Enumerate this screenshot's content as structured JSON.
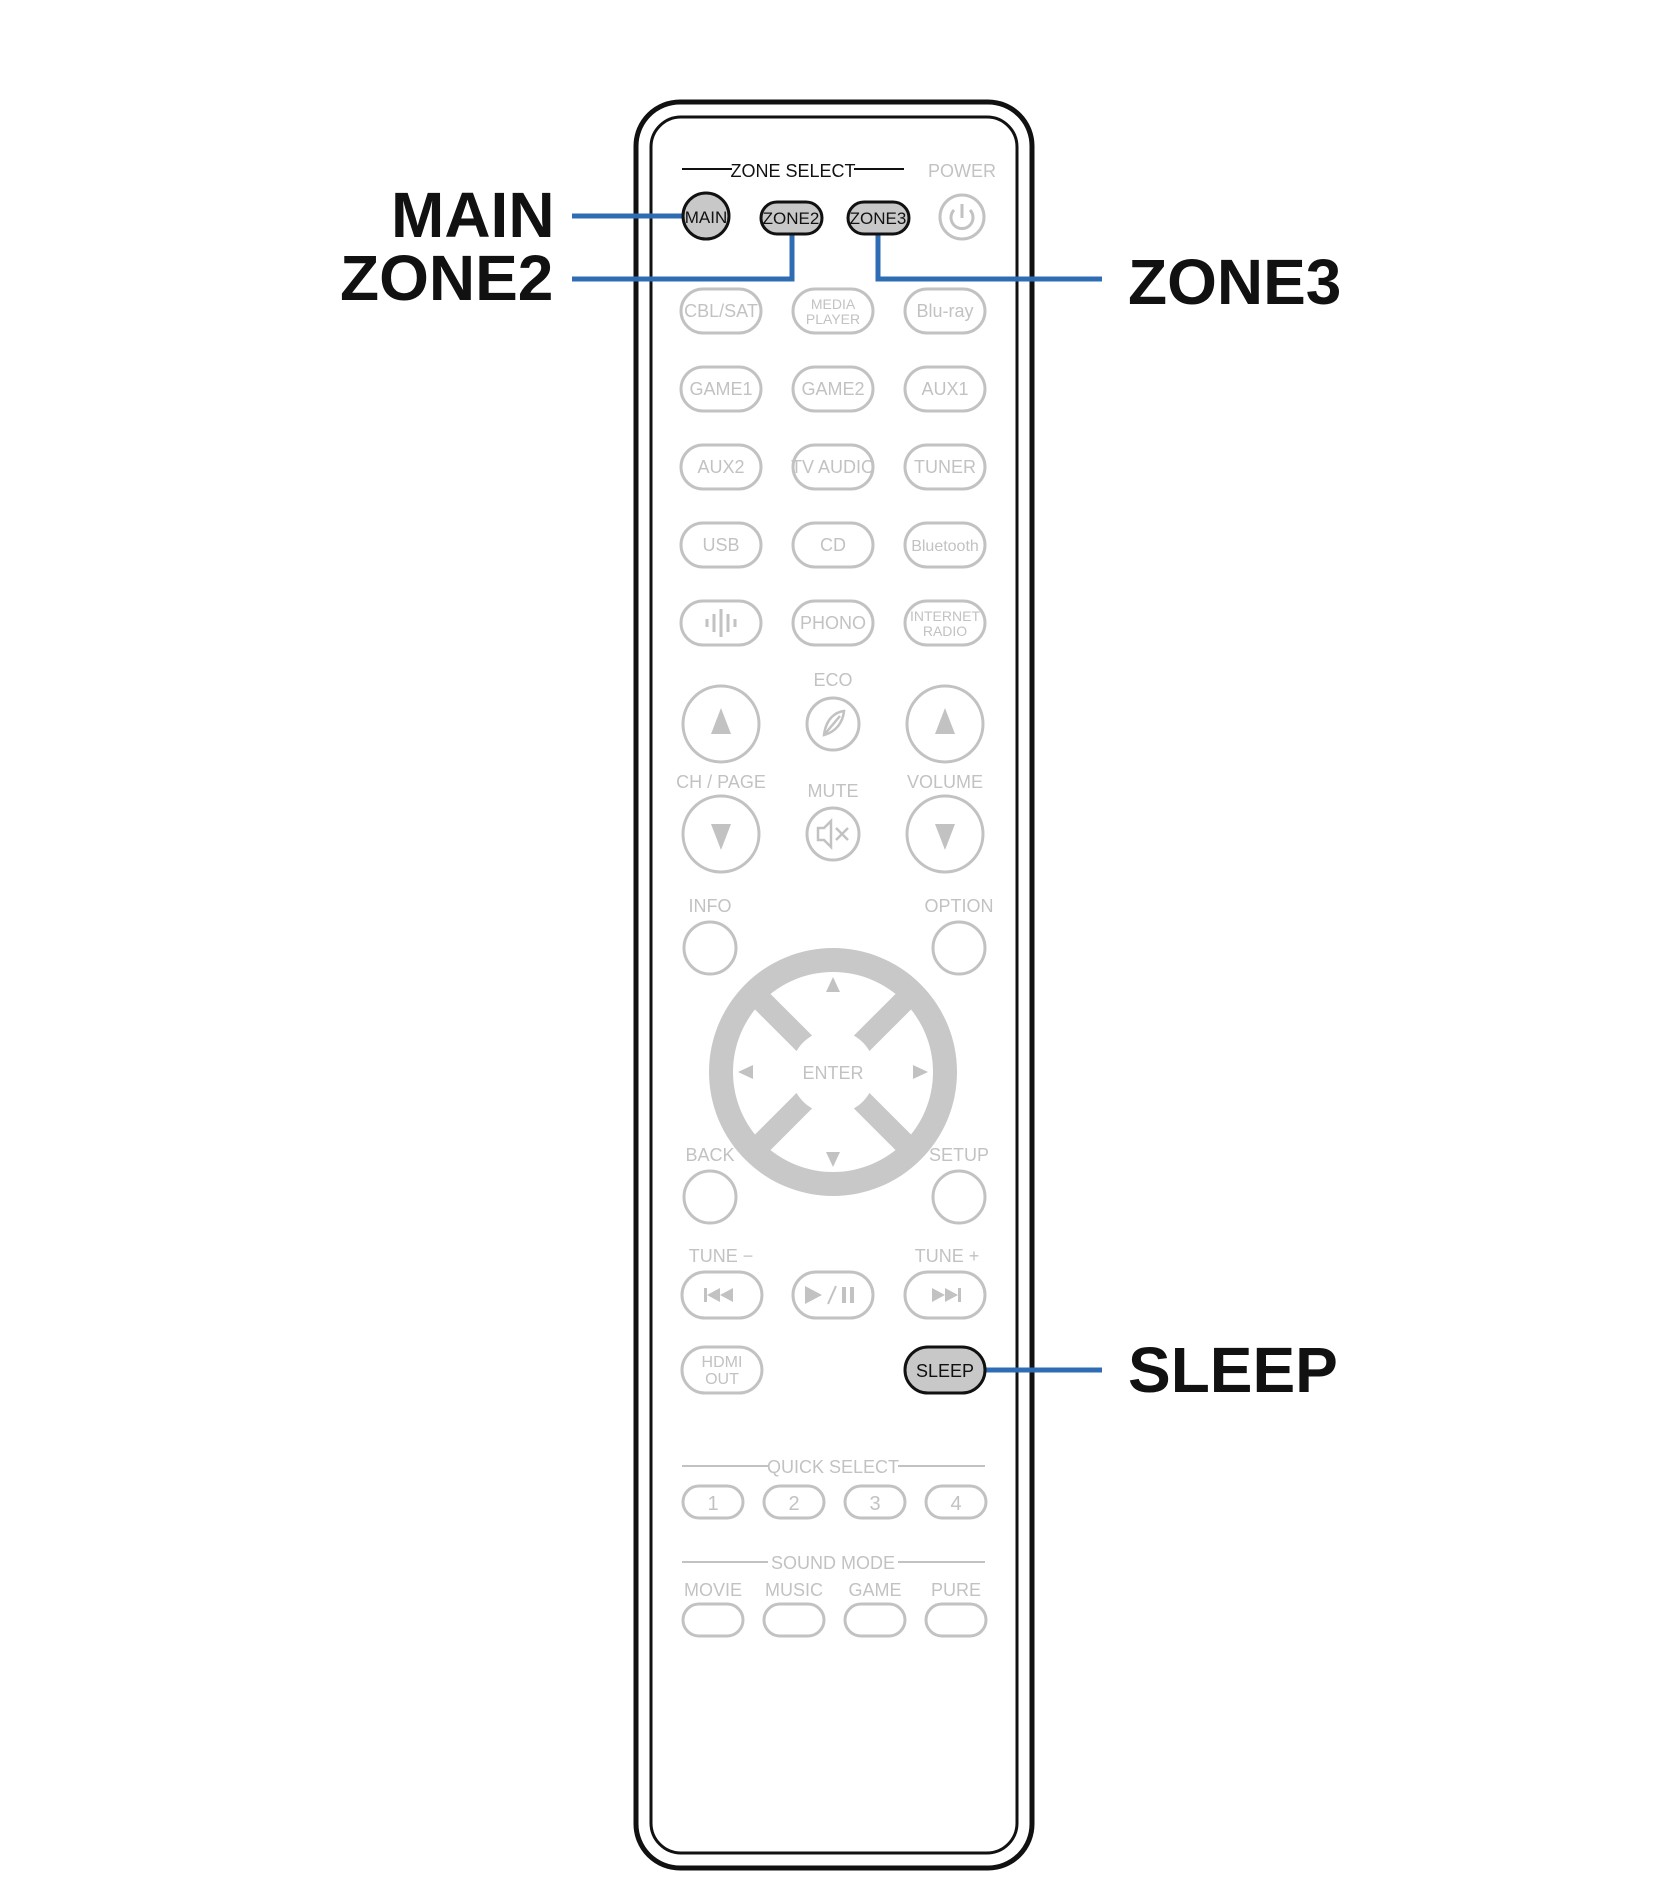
{
  "callouts": {
    "main": "MAIN",
    "zone2": "ZONE2",
    "zone3": "ZONE3",
    "sleep": "SLEEP"
  },
  "remote": {
    "zone_select_label": "ZONE SELECT",
    "power_label": "POWER",
    "zone_buttons": {
      "main": "MAIN",
      "zone2": "ZONE2",
      "zone3": "ZONE3"
    },
    "input_buttons": [
      "CBL/SAT",
      "MEDIA PLAYER",
      "Blu-ray",
      "GAME1",
      "GAME2",
      "AUX1",
      "AUX2",
      "TV AUDIO",
      "TUNER",
      "USB",
      "CD",
      "Bluetooth",
      "",
      "PHONO",
      "INTERNET RADIO"
    ],
    "eco_label": "ECO",
    "ch_page_label": "CH / PAGE",
    "mute_label": "MUTE",
    "volume_label": "VOLUME",
    "info_label": "INFO",
    "option_label": "OPTION",
    "enter_label": "ENTER",
    "back_label": "BACK",
    "setup_label": "SETUP",
    "tune_minus_label": "TUNE −",
    "tune_plus_label": "TUNE +",
    "hdmi_out_label": "HDMI OUT",
    "sleep_label": "SLEEP",
    "quick_select_label": "QUICK SELECT",
    "quick_select_buttons": [
      "1",
      "2",
      "3",
      "4"
    ],
    "sound_mode_label": "SOUND MODE",
    "sound_mode_buttons": [
      "MOVIE",
      "MUSIC",
      "GAME",
      "PURE"
    ]
  },
  "colors": {
    "leader_line": "#2e6db4",
    "highlight_fill": "#c8c8c8",
    "dim_gray": "#c2c2c2",
    "outline": "#111111"
  }
}
